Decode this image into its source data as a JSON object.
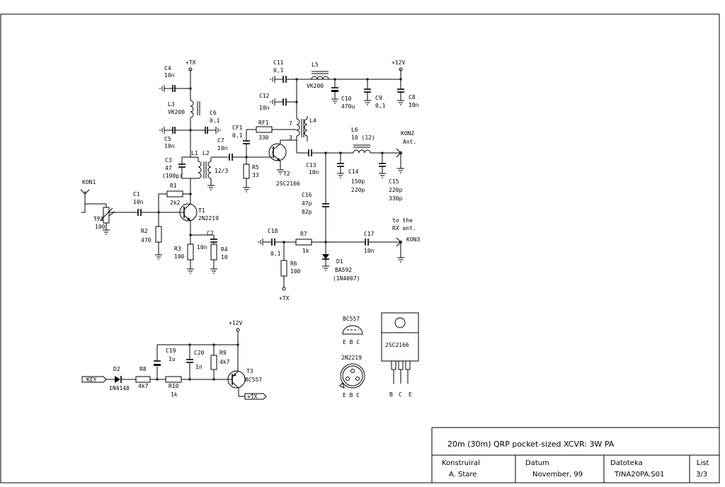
{
  "title_block": {
    "title": "20m (30m) QRP pocket-sized XCVR: 3W PA",
    "designer_label": "Konstruiral",
    "designer": "A. Stare",
    "date_label": "Datum",
    "date": "November, 99",
    "file_label": "Datoteka",
    "file": "TINA20PA.S01",
    "sheet_label": "List",
    "sheet": "3/3"
  },
  "supply": {
    "tx1": "+TX",
    "v12a": "+12V",
    "v12b": "+12V",
    "tx2": "+TX",
    "tx3": "+TX"
  },
  "connectors": {
    "kon1": "KON1",
    "kon2": "KON2",
    "kon2_note": "Ant.",
    "kon3": "KON3",
    "kon3_note1": "to the",
    "kon3_note2": "RX ant.",
    "key": "KEY"
  },
  "components": {
    "c1": {
      "name": "C1",
      "value": "10n"
    },
    "c2": {
      "name": "C2",
      "value": "10n"
    },
    "c3": {
      "name": "C3",
      "value": "47",
      "alt": "(100p)"
    },
    "c4": {
      "name": "C4",
      "value": "10n"
    },
    "c5": {
      "name": "C5",
      "value": "10n"
    },
    "c6": {
      "name": "C6",
      "value": "0,1"
    },
    "c7": {
      "name": "C7",
      "value": "10n"
    },
    "c8": {
      "name": "C8",
      "value": "10n"
    },
    "c9": {
      "name": "C9",
      "value": "0,1"
    },
    "c10": {
      "name": "C10",
      "value": "470u"
    },
    "c11": {
      "name": "C11",
      "value": "0,1"
    },
    "c12": {
      "name": "C12",
      "value": "10n"
    },
    "c13": {
      "name": "C13",
      "value": "10n"
    },
    "c14": {
      "name": "C14",
      "value": "150p",
      "alt": "220p"
    },
    "c15": {
      "name": "C15",
      "value": "220p",
      "alt": "330p"
    },
    "c16": {
      "name": "C16",
      "value": "47p",
      "alt": "82p"
    },
    "c17": {
      "name": "C17",
      "value": "10n"
    },
    "c18": {
      "name": "C18",
      "value": "0,1"
    },
    "c19": {
      "name": "C19",
      "value": "1u"
    },
    "c20": {
      "name": "C20",
      "value": "1n"
    },
    "cf1": {
      "name": "CF1",
      "value": "0,1"
    },
    "r1": {
      "name": "R1",
      "value": "2k2"
    },
    "r2": {
      "name": "R2",
      "value": "470"
    },
    "r3": {
      "name": "R3",
      "value": "100"
    },
    "r4": {
      "name": "R4",
      "value": "10"
    },
    "r5": {
      "name": "R5",
      "value": "33"
    },
    "r6": {
      "name": "R6",
      "value": "100"
    },
    "r7": {
      "name": "R7",
      "value": "1k"
    },
    "r8": {
      "name": "R8",
      "value": "4k7"
    },
    "r9": {
      "name": "R9",
      "value": "4k7"
    },
    "r10": {
      "name": "R10",
      "value": "1k"
    },
    "rf1": {
      "name": "RF1",
      "value": "330"
    },
    "tp1": {
      "name": "TP1",
      "value": "100"
    },
    "l1": {
      "name": "L1"
    },
    "l2": {
      "name": "L2",
      "value": "12/3"
    },
    "l3": {
      "name": "L3",
      "value": "VK200"
    },
    "l4": {
      "name": "L4",
      "pin_a": "7",
      "pin_b": "3"
    },
    "l5": {
      "name": "L5",
      "value": "VK200"
    },
    "l6": {
      "name": "L6",
      "value": "10 (12)"
    },
    "t1": {
      "name": "T1",
      "value": "2N2219"
    },
    "t2": {
      "name": "T2",
      "value": "2SC2166"
    },
    "t3": {
      "name": "T3",
      "value": "BC557"
    },
    "d1": {
      "name": "D1",
      "value": "BA592",
      "alt": "(1N4007)"
    },
    "d2": {
      "name": "D2",
      "value": "1N4148"
    }
  },
  "pinouts": {
    "bc557": {
      "label": "BC557",
      "pins": "E B C"
    },
    "n2219": {
      "label": "2N2219",
      "pins": "E  B  C"
    },
    "sc2166": {
      "label": "2SC2166",
      "pin_b": "B",
      "pin_c": "C",
      "pin_e": "E"
    }
  }
}
